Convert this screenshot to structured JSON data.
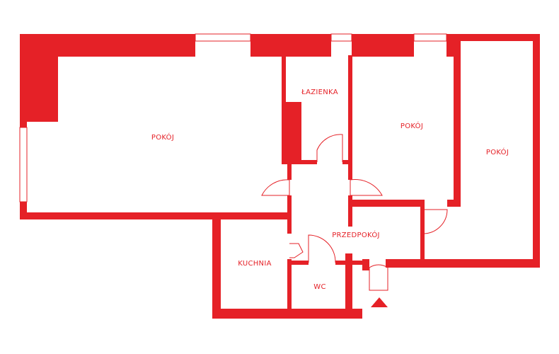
{
  "colors": {
    "wall": "#e52127",
    "background": "#ffffff"
  },
  "rooms": {
    "living_room": "POKÓJ",
    "bathroom": "ŁAZIENKA",
    "room_middle": "POKÓJ",
    "room_right": "POKÓJ",
    "hall": "PRZEDPOKÓJ",
    "kitchen": "KUCHNIA",
    "wc": "WC"
  },
  "entrance": {
    "icon": "entrance-triangle-icon"
  }
}
